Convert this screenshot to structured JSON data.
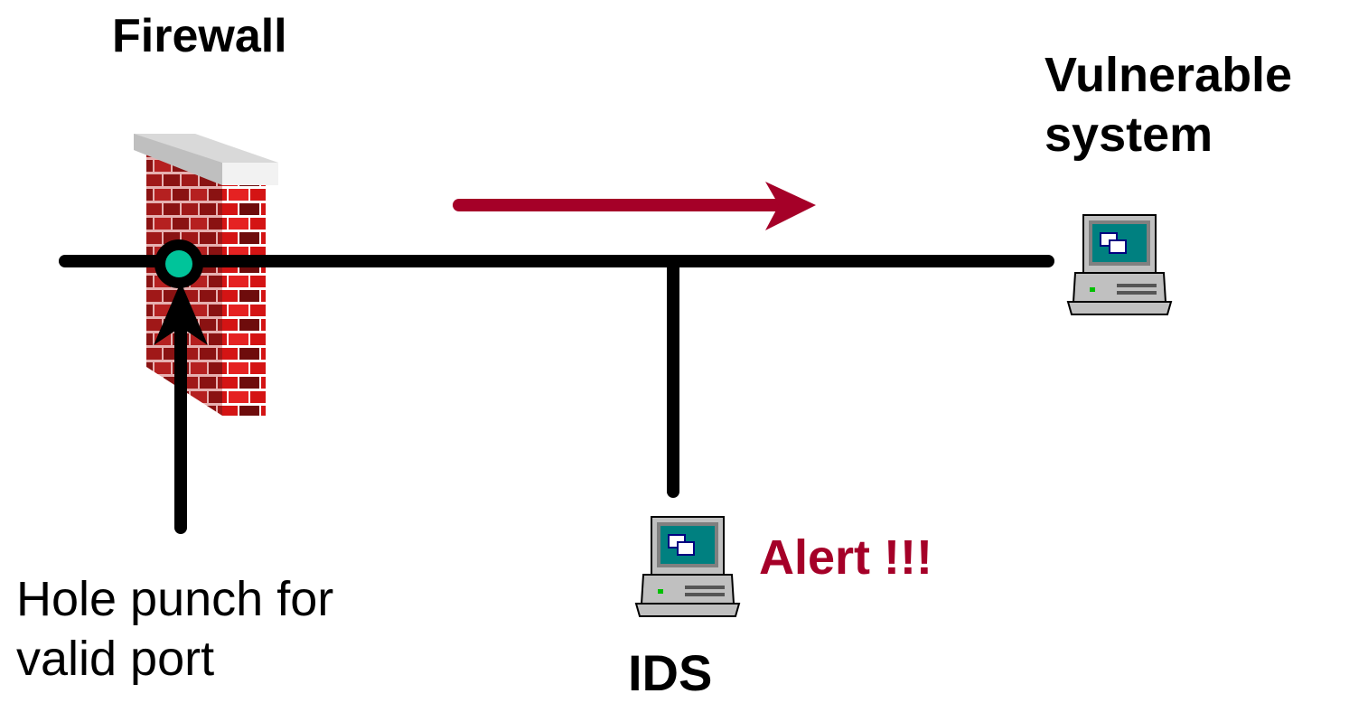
{
  "labels": {
    "firewall": "Firewall",
    "vulnerable_system": "Vulnerable system",
    "ids": "IDS",
    "alert": "Alert !!!",
    "hole_punch": "Hole punch for valid port"
  },
  "colors": {
    "line": "#000000",
    "arrow": "#a50028",
    "alert_text": "#a50028",
    "hole": "#00c49a",
    "brick": "#d41414",
    "brick_dark": "#7a1010",
    "wall_cap": "#d8d8d8",
    "screen": "#008080",
    "computer_body": "#c0c0c0"
  },
  "icons": {
    "firewall": "brick-wall-icon",
    "vulnerable_system": "computer-icon",
    "ids": "computer-icon",
    "hole": "hole-icon"
  }
}
